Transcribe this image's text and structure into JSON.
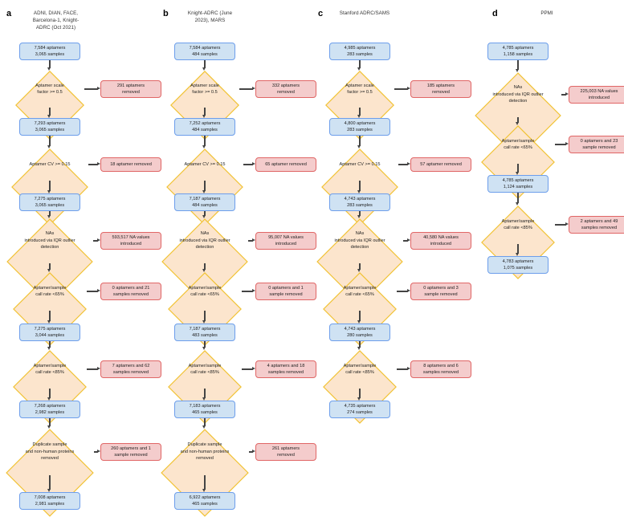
{
  "figure": {
    "type": "flowchart",
    "description": "Four-panel proteomics quality-control flowchart (a-d) showing aptamer and sample filtering steps for several cohorts."
  },
  "panels": [
    {
      "letter": "a",
      "title": "ADNI, DIAN, FACE,\nBarcelona-1, Knight-\nADRC (Oct 2021)",
      "nodes": [
        {
          "id": "a0",
          "shape": "box-blue",
          "text": "7,584 aptamers\n3,065 samples"
        },
        {
          "id": "a1",
          "shape": "diamond",
          "text": "Aptamer scale\nfactor >= 0.5"
        },
        {
          "id": "a1r",
          "shape": "box-red",
          "text": "291 aptamers\nremoved"
        },
        {
          "id": "a2",
          "shape": "box-blue",
          "text": "7,293 aptamers\n3,065 samples"
        },
        {
          "id": "a3",
          "shape": "diamond",
          "text": "Aptamer CV >= 0.15"
        },
        {
          "id": "a3r",
          "shape": "box-red",
          "text": "18 aptamer removed"
        },
        {
          "id": "a4",
          "shape": "box-blue",
          "text": "7,275 aptamers\n3,065 samples"
        },
        {
          "id": "a5",
          "shape": "diamond",
          "text": "NAs\nintroduced via IQR outlier\ndetection"
        },
        {
          "id": "a5r",
          "shape": "box-red",
          "text": "593,517 NA values\nintroduced"
        },
        {
          "id": "a6",
          "shape": "diamond",
          "text": "Aptamer/sample\ncall rate <65%"
        },
        {
          "id": "a6r",
          "shape": "box-red",
          "text": "0 aptamers and 21\nsamples removed"
        },
        {
          "id": "a7",
          "shape": "box-blue",
          "text": "7,275 aptamers\n3,044 samples"
        },
        {
          "id": "a8",
          "shape": "diamond",
          "text": "Aptamer/sample\ncall rate <85%"
        },
        {
          "id": "a8r",
          "shape": "box-red",
          "text": "7 aptamers and 62\nsamples removed"
        },
        {
          "id": "a9",
          "shape": "box-blue",
          "text": "7,268 aptamers\n2,982 samples"
        },
        {
          "id": "a10",
          "shape": "diamond",
          "text": "Duplicate sample\nand non-human proteins\nremoved"
        },
        {
          "id": "a10r",
          "shape": "box-red",
          "text": "260 aptamers and 1\nsample removed"
        },
        {
          "id": "a11",
          "shape": "box-blue",
          "text": "7,008 aptamers\n2,981 samples"
        }
      ]
    },
    {
      "letter": "b",
      "title": "Knight-ADRC (June\n2023), MARS",
      "nodes": [
        {
          "id": "b0",
          "shape": "box-blue",
          "text": "7,584 aptamers\n484 samples"
        },
        {
          "id": "b1",
          "shape": "diamond",
          "text": "Aptamer scale\nfactor >= 0.5"
        },
        {
          "id": "b1r",
          "shape": "box-red",
          "text": "332 aptamers\nremoved"
        },
        {
          "id": "b2",
          "shape": "box-blue",
          "text": "7,252 aptamers\n484 samples"
        },
        {
          "id": "b3",
          "shape": "diamond",
          "text": "Aptamer CV >= 0.15"
        },
        {
          "id": "b3r",
          "shape": "box-red",
          "text": "65 aptamer removed"
        },
        {
          "id": "b4",
          "shape": "box-blue",
          "text": "7,187 aptamers\n484 samples"
        },
        {
          "id": "b5",
          "shape": "diamond",
          "text": "NAs\nintroduced via IQR outlier\ndetection"
        },
        {
          "id": "b5r",
          "shape": "box-red",
          "text": "95,007 NA values\nintroduced"
        },
        {
          "id": "b6",
          "shape": "diamond",
          "text": "Aptamer/sample\ncall rate <65%"
        },
        {
          "id": "b6r",
          "shape": "box-red",
          "text": "0 aptamers and 1\nsample removed"
        },
        {
          "id": "b7",
          "shape": "box-blue",
          "text": "7,187 aptamers\n483 samples"
        },
        {
          "id": "b8",
          "shape": "diamond",
          "text": "Aptamer/sample\ncall rate <85%"
        },
        {
          "id": "b8r",
          "shape": "box-red",
          "text": "4 aptamers and 18\nsamples removed"
        },
        {
          "id": "b9",
          "shape": "box-blue",
          "text": "7,183 aptamers\n465 samples"
        },
        {
          "id": "b10",
          "shape": "diamond",
          "text": "Duplicate sample\nand non-human proteins\nremoved"
        },
        {
          "id": "b10r",
          "shape": "box-red",
          "text": "261 aptamers\nremoved"
        },
        {
          "id": "b11",
          "shape": "box-blue",
          "text": "6,922 aptamers\n465 samples"
        }
      ]
    },
    {
      "letter": "c",
      "title": "Stanford ADRC/SAMS",
      "nodes": [
        {
          "id": "c0",
          "shape": "box-blue",
          "text": "4,985 aptamers\n283 samples"
        },
        {
          "id": "c1",
          "shape": "diamond",
          "text": "Aptamer scale\nfactor >= 0.5"
        },
        {
          "id": "c1r",
          "shape": "box-red",
          "text": "185 aptamers\nremoved"
        },
        {
          "id": "c2",
          "shape": "box-blue",
          "text": "4,800 aptamers\n283 samples"
        },
        {
          "id": "c3",
          "shape": "diamond",
          "text": "Aptamer CV >= 0.15"
        },
        {
          "id": "c3r",
          "shape": "box-red",
          "text": "57 aptamer removed"
        },
        {
          "id": "c4",
          "shape": "box-blue",
          "text": "4,743 aptamers\n283 samples"
        },
        {
          "id": "c5",
          "shape": "diamond",
          "text": "NAs\nintroduced via IQR outlier\ndetection"
        },
        {
          "id": "c5r",
          "shape": "box-red",
          "text": "40,580 NA values\nintroduced"
        },
        {
          "id": "c6",
          "shape": "diamond",
          "text": "Aptamer/sample\ncall rate <65%"
        },
        {
          "id": "c6r",
          "shape": "box-red",
          "text": "0 aptamers and 3\nsample removed"
        },
        {
          "id": "c7",
          "shape": "box-blue",
          "text": "4,743 aptamers\n280 samples"
        },
        {
          "id": "c8",
          "shape": "diamond",
          "text": "Aptamer/sample\ncall rate <85%"
        },
        {
          "id": "c8r",
          "shape": "box-red",
          "text": "8 aptamers and 6\nsamples removed"
        },
        {
          "id": "c9",
          "shape": "box-blue",
          "text": "4,735 aptamers\n274 samples"
        }
      ]
    },
    {
      "letter": "d",
      "title": "PPMI",
      "nodes": [
        {
          "id": "d0",
          "shape": "box-blue",
          "text": "4,785 aptamers\n1,158 samples"
        },
        {
          "id": "d1",
          "shape": "diamond",
          "text": "NAs\nintroduced via IQR outlier\ndetection"
        },
        {
          "id": "d1r",
          "shape": "box-red",
          "text": "225,003 NA values\nintroduced"
        },
        {
          "id": "d2",
          "shape": "diamond",
          "text": "Aptamer/sample\ncall rate <65%"
        },
        {
          "id": "d2r",
          "shape": "box-red",
          "text": "0 aptamers and 23\nsample removed"
        },
        {
          "id": "d3",
          "shape": "box-blue",
          "text": "4,785 aptamers\n1,124 samples"
        },
        {
          "id": "d4",
          "shape": "diamond",
          "text": "Aptamer/sample\ncall rate <85%"
        },
        {
          "id": "d4r",
          "shape": "box-red",
          "text": "2 aptamers and 49\nsamples removed"
        },
        {
          "id": "d5",
          "shape": "box-blue",
          "text": "4,783 aptamers\n1,075 samples"
        }
      ]
    }
  ],
  "colors": {
    "blue_fill": "#cfe2f3",
    "blue_border": "#6d9eeb",
    "red_fill": "#f4cccc",
    "red_border": "#e06666",
    "yellow_fill": "#fce5cd",
    "yellow_border": "#f1c232",
    "connector": "#444444"
  }
}
